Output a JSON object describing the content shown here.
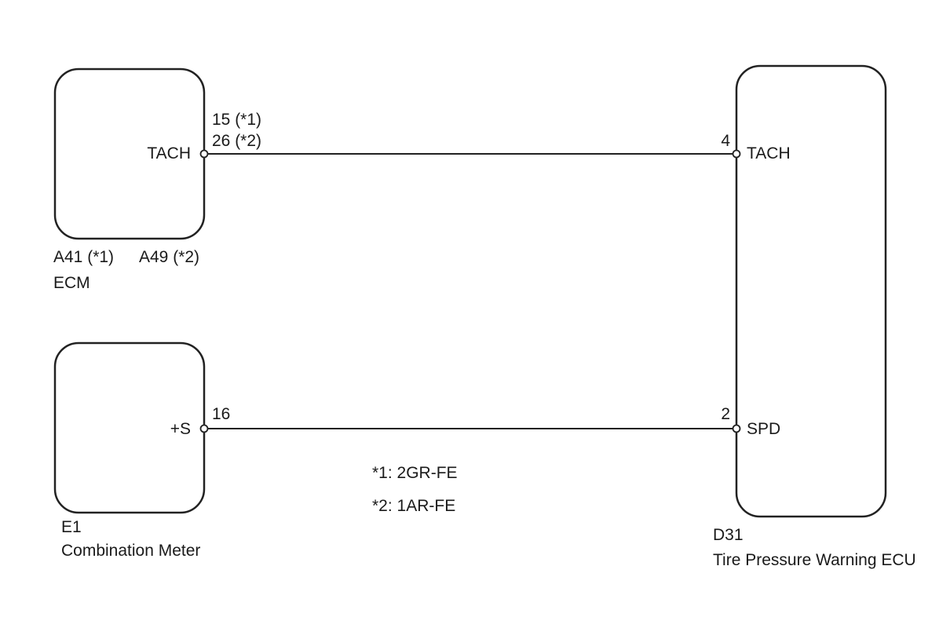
{
  "components": {
    "ecm": {
      "connector": "A41 (*1)",
      "connector_alt": "A49 (*2)",
      "name": "ECM",
      "terminal": {
        "name": "TACH",
        "pin_a": "15 (*1)",
        "pin_b": "26 (*2)"
      }
    },
    "meter": {
      "connector": "E1",
      "name": "Combination Meter",
      "terminal": {
        "name": "+S",
        "pin": "16"
      }
    },
    "tpw_ecu": {
      "connector": "D31",
      "name": "Tire Pressure Warning ECU",
      "terminals": [
        {
          "name": "TACH",
          "pin": "4"
        },
        {
          "name": "SPD",
          "pin": "2"
        }
      ]
    }
  },
  "notes": [
    "*1: 2GR-FE",
    "*2: 1AR-FE"
  ],
  "colors": {
    "line": "#222222",
    "background": "#ffffff"
  }
}
